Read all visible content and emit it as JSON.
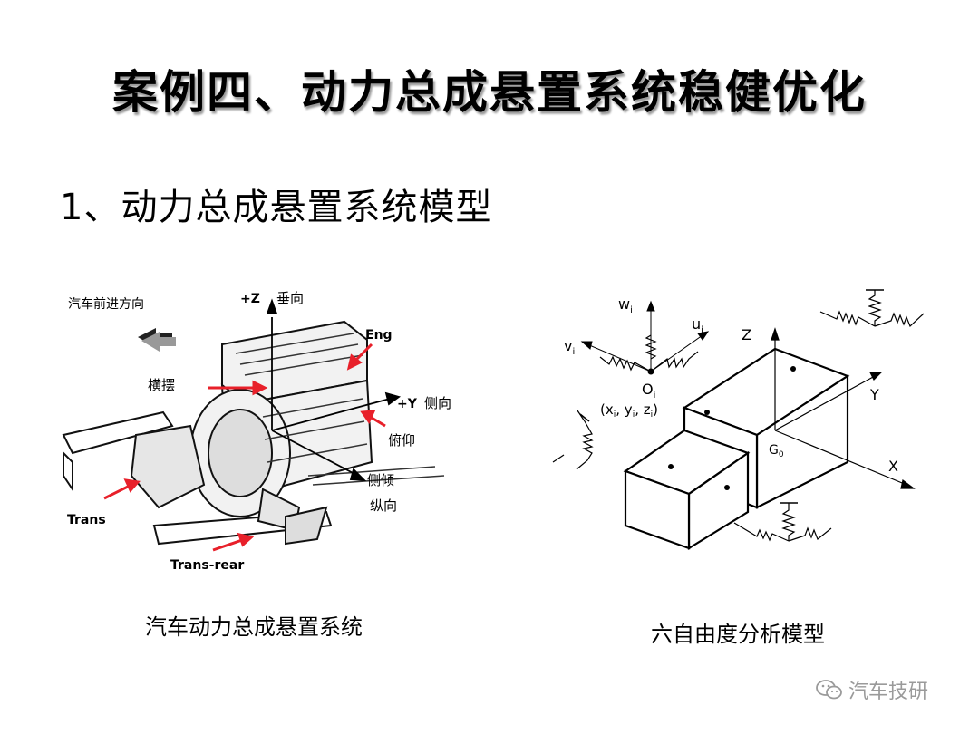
{
  "slide": {
    "title": "案例四、动力总成悬置系统稳健优化",
    "subtitle": "1、动力总成悬置系统模型"
  },
  "engine_figure": {
    "caption": "汽车动力总成悬置系统",
    "labels": {
      "direction": "汽车前进方向",
      "z_axis": "+Z",
      "vertical": "垂向",
      "eng": "Eng",
      "yaw": "横摆",
      "y_axis": "+Y",
      "lateral": "侧向",
      "pitch": "俯仰",
      "roll": "侧倾",
      "longitudinal": "纵向",
      "trans": "Trans",
      "trans_rear": "Trans-rear"
    },
    "arrow_color": "#e8202a"
  },
  "dof_figure": {
    "caption": "六自由度分析模型",
    "labels": {
      "w": "w",
      "u": "u",
      "v": "v",
      "sub_i": "i",
      "origin": "O",
      "coords": "(x",
      "coords_y": "y",
      "coords_z": "z",
      "Z": "Z",
      "Y": "Y",
      "X": "X",
      "G": "G",
      "G_sub": "0"
    }
  },
  "watermark": {
    "text": "汽车技研",
    "icon": "wechat-icon"
  }
}
